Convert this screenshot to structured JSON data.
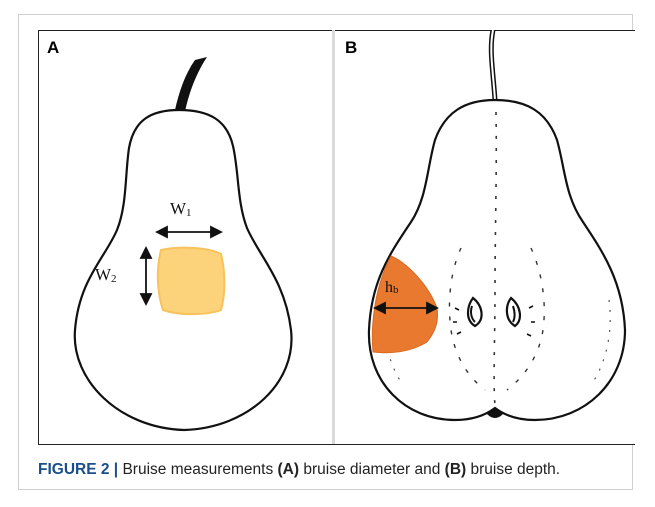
{
  "figure": {
    "panel_a_label": "A",
    "panel_b_label": "B",
    "w1_main": "W",
    "w1_sub": "1",
    "w2_main": "W",
    "w2_sub": "2",
    "hb_main": "h",
    "hb_sub": "b"
  },
  "caption": {
    "label": "FIGURE 2 |",
    "text_1": " Bruise measurements ",
    "ref_a": "(A)",
    "text_2": " bruise diameter and ",
    "ref_b": "(B)",
    "text_3": " bruise depth."
  },
  "colors": {
    "bruise_surface": "#fcd37a",
    "bruise_depth": "#e8792e",
    "outline": "#111111"
  }
}
